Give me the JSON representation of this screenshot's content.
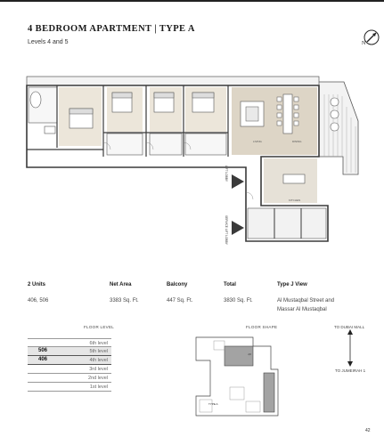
{
  "header": {
    "title": "4 BEDROOM APARTMENT  |  TYPE A",
    "subtitle": "Levels 4 and 5",
    "compass_label": "N"
  },
  "plan": {
    "labels": {
      "lift_lobby": "LIFT LOBBY",
      "service_lift_lobby": "SERVICE LIFT LOBBY",
      "living": "LIVING",
      "dining": "DINING",
      "kitchen": "KITCHEN"
    }
  },
  "specs": {
    "headers": [
      "2 Units",
      "Net Area",
      "Balcony",
      "Total",
      "Type J View"
    ],
    "values": [
      "406, 506",
      "3383 Sq. Ft.",
      "447 Sq. Ft.",
      "3830 Sq. Ft.",
      "Al Mustaqbal Street and\nMassar Al Mustaqbal"
    ]
  },
  "floor_level": {
    "title": "FLOOR LEVEL",
    "levels": [
      {
        "unit": "",
        "label": "6th level",
        "highlight": false
      },
      {
        "unit": "506",
        "label": "5th level",
        "highlight": true
      },
      {
        "unit": "406",
        "label": "4th level",
        "highlight": true
      },
      {
        "unit": "",
        "label": "3rd level",
        "highlight": false
      },
      {
        "unit": "",
        "label": "2nd level",
        "highlight": false
      },
      {
        "unit": "",
        "label": "1st level",
        "highlight": false
      }
    ]
  },
  "floor_shape": {
    "title": "FLOOR SHAPE",
    "unit_tags": [
      "J,F",
      "TYPE A"
    ],
    "highlight_color": "#a3a3a3"
  },
  "directions": {
    "top": "TO DUBAI MALL",
    "bottom": "TO JUMEIRAH 1"
  },
  "page_number": "42",
  "colors": {
    "wall": "#3a3a3a",
    "bedroom_fill": "#ece6da",
    "living_fill": "#ddd5c6",
    "kitchen_fill": "#e6e1d7",
    "terrace_fill": "#f3f3f3"
  }
}
